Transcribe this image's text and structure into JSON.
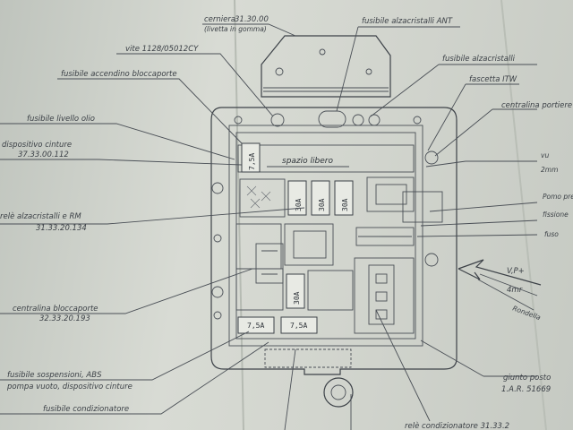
{
  "labels": {
    "cerniera": "cerniera",
    "cerniera_code": "31.30.00",
    "cerniera_note": "(livetta in gomma)",
    "fusibile_ant": "fusibile alzacristalli ANT",
    "vite": "vite 1128/05012CY",
    "fusibile_alz_post": "fusibile alzacristalli",
    "fusibile_accendino": "fusibile accendino bloccaporte",
    "fascetta": "fascetta ITW",
    "centralina_porte": "centralina portiere",
    "fusibile_livello": "fusibile livello olio",
    "dispositivo_cinture": "dispositivo cinture",
    "dispositivo_code": "37.33.00.112",
    "spazio_libero": "spazio libero",
    "rele_alz": "relè alzacristalli e RM",
    "rele_alz_code": "31.33.20.134",
    "centralina_blocco": "centralina bloccaporte",
    "centralina_blocco_code": "32.33.20.193",
    "fusibile_sospensioni": "fusibile sospensioni, ABS",
    "pompa": "pompa vuoto, dispositivo cinture",
    "fusibile_cond": "fusibile condizionatore",
    "rele_cond": "relè condizionatore 31.33.2",
    "giunto_posto": "giunto posto",
    "giunto_code": "1.A.R. 51669",
    "right_vm": "V,P+",
    "right_4mr": "4mr",
    "right_rondella": "Rondella",
    "right_frag1": "vu",
    "right_frag2": "2mm",
    "right_frag3": "fuso",
    "right_frag4": "Pomo pre",
    "right_frag5": "fissione"
  },
  "fuses": {
    "f1": "7,5A",
    "f2": "30A",
    "f3": "30A",
    "f4": "30A",
    "f5": "30A",
    "f6": "7,5A",
    "f7": "7,5A"
  },
  "colors": {
    "paper": "#d2d5ce",
    "ink": "#3d4248"
  }
}
